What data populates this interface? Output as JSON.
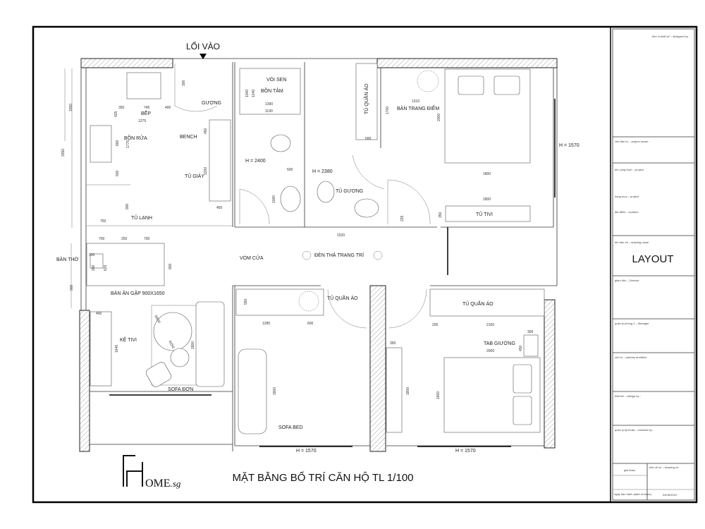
{
  "entrance": {
    "label": "LỐI VÀO"
  },
  "title": "MẶT BẰNG BỐ TRÍ CĂN HỘ TL 1/100",
  "logo": "FHOME.sg",
  "rooms": {
    "bep": "BẾP",
    "bon_rua": "BỒN RỬA",
    "bench": "BENCH",
    "guong": "GƯƠNG",
    "tu_giay": "TỦ GIÀY",
    "tu_lanh": "TỦ LẠNH",
    "ban_tho": "BÀN THỜ",
    "ban_an": "BÀN ĂN GẬP 900X1650",
    "ke_tivi": "KỆ TIVI",
    "sofa_don": "SOFA ĐƠN",
    "voi_sen": "VÒI SEN",
    "bon_tam": "BỒN TẮM",
    "h2400": "H = 2400",
    "h2380": "H = 2380",
    "tu_guong": "TỦ GƯƠNG",
    "tu_quan_ao_1": "TỦ QUẦN ÁO",
    "ban_trang_diem": "BÀN TRANG ĐIỂM",
    "tu_tivi": "TỦ TIVI",
    "h1570_right": "H = 1570",
    "vom_cua": "VÒM CỬA",
    "den_tha": "ĐÈN THẢ TRANG TRÍ",
    "tu_quan_ao_2": "TỦ QUẦN ÁO",
    "tu_quan_ao_3": "TỦ QUẦN ÁO",
    "tab_giuong": "TAB GIƯỜNG",
    "sofa_bed": "SOFA BED",
    "h1570_a": "H = 1570",
    "h1570_b": "H = 1570"
  },
  "dimensions": {
    "d3350": "3350",
    "d1550": "1550",
    "d350": "350",
    "d745": "745",
    "d400": "400",
    "d425": "425",
    "d1275": "1275",
    "d800": "800",
    "d1775": "1775",
    "d500a": "500",
    "d900a": "900",
    "d750": "750",
    "d300a": "300",
    "d450a": "450",
    "d1200": "1200",
    "d450b": "450",
    "d700a": "700",
    "d250": "250",
    "d700b": "700",
    "d300b": "300",
    "d620": "620",
    "d200": "200",
    "d900b": "900",
    "d900c": "900",
    "d400b": "400",
    "d1645": "1645",
    "d1800sofa": "1800",
    "r600": "R600",
    "r250": "R250",
    "d1040": "1040",
    "d1240": "1240",
    "d1390": "1390",
    "d1190": "1190",
    "d500b": "500",
    "d1000": "1000",
    "d1310": "1310",
    "d1700": "1700",
    "d600a": "600",
    "d2000a": "2000",
    "d1800a": "1800",
    "d1800b": "1800",
    "d350b": "350",
    "d225": "225",
    "d1520": "1520",
    "d550": "550",
    "d1285": "1285",
    "d600b": "600",
    "d1800c": "1800",
    "d350c": "350",
    "d1800d": "1800",
    "d200b": "200",
    "d2100": "2100",
    "d300c": "300",
    "d450c": "450",
    "d2000b": "2000",
    "d1600": "1600"
  },
  "title_block": {
    "designed_by": "đơn vị thiết kế – designed by :",
    "owner": "chủ đầu tư – project owner :",
    "project": "tên công trình – project",
    "item": "hạng mục – project",
    "location": "địa điểm – location",
    "drawing_name_label": "tên bản vẽ – drawing name",
    "drawing_name": "LAYOUT",
    "director": "giám đốc – Director",
    "manager": "quản lý phòng 2 – Manager",
    "architect": "chủ trì – primary architect",
    "design_by": "thiết kế – design by :",
    "checked_by": "quản lý kỹ thuật – checked by :",
    "ratio_label": "giai đoạn",
    "drawing_no_label": "bản vẽ số – drawing no",
    "date_label": "ngày ban hành (date of issue)",
    "date": "04/06/2024"
  }
}
